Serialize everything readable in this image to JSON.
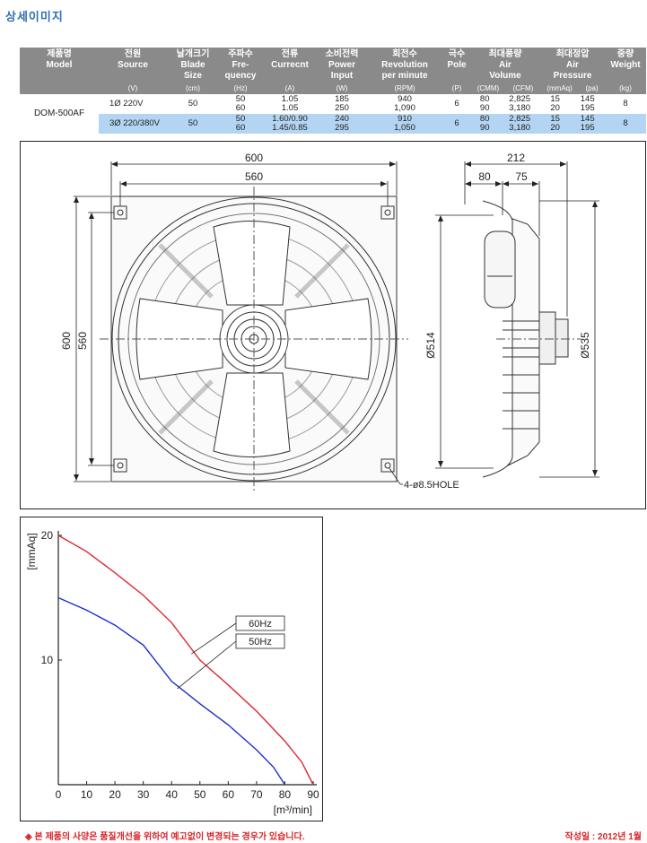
{
  "page": {
    "title": "상세이미지",
    "notice": "◈ 본 제품의 사양은 품질개선을 위하여 예고없이 변경되는 경우가 있습니다.",
    "date": "작성일 : 2012년 1월"
  },
  "spec_table": {
    "headers": [
      {
        "ko": "제품명",
        "en": "Model",
        "en2": "",
        "unit": ""
      },
      {
        "ko": "전원",
        "en": "Source",
        "en2": "",
        "unit": "(V)"
      },
      {
        "ko": "날개크기",
        "en": "Blade",
        "en2": "Size",
        "unit": "(cm)"
      },
      {
        "ko": "주파수",
        "en": "Fre-",
        "en2": "quency",
        "unit": "(Hz)"
      },
      {
        "ko": "전류",
        "en": "Currecnt",
        "en2": "",
        "unit": "(A)"
      },
      {
        "ko": "소비전력",
        "en": "Power",
        "en2": "Input",
        "unit": "(W)"
      },
      {
        "ko": "회전수",
        "en": "Revolution",
        "en2": "per minute",
        "unit": "(RPM)"
      },
      {
        "ko": "극수",
        "en": "Pole",
        "en2": "",
        "unit": "(P)"
      },
      {
        "ko": "최대풍량",
        "en": "Air",
        "en2": "Volume",
        "unit_a": "(CMM)",
        "unit_b": "(CFM)"
      },
      {
        "ko": "최대정압",
        "en": "Air",
        "en2": "Pressure",
        "unit_a": "(mmAq)",
        "unit_b": "(pa)"
      },
      {
        "ko": "중량",
        "en": "Weight",
        "en2": "",
        "unit": "(kg)"
      }
    ],
    "model": "DOM-500AF",
    "rows": [
      {
        "source": "1Ø 220V",
        "blade": "50",
        "freq": [
          "50",
          "60"
        ],
        "current": [
          "1.05",
          "1.05"
        ],
        "power": [
          "185",
          "250"
        ],
        "rpm": [
          "940",
          "1,090"
        ],
        "pole": "6",
        "cmm": [
          "80",
          "90"
        ],
        "cfm": [
          "2,825",
          "3,180"
        ],
        "mmaq": [
          "15",
          "20"
        ],
        "pa": [
          "145",
          "195"
        ],
        "weight": "8"
      },
      {
        "source": "3Ø 220/380V",
        "blade": "50",
        "freq": [
          "50",
          "60"
        ],
        "current": [
          "1.60/0.90",
          "1.45/0.85"
        ],
        "power": [
          "240",
          "295"
        ],
        "rpm": [
          "910",
          "1,050"
        ],
        "pole": "6",
        "cmm": [
          "80",
          "90"
        ],
        "cfm": [
          "2,825",
          "3,180"
        ],
        "mmaq": [
          "15",
          "20"
        ],
        "pa": [
          "145",
          "195"
        ],
        "weight": "8"
      }
    ]
  },
  "drawing": {
    "dim_width_outer": "600",
    "dim_width_inner": "560",
    "dim_height_outer": "600",
    "dim_height_inner": "560",
    "dim_depth_total": "212",
    "dim_depth_a": "80",
    "dim_depth_b": "75",
    "dim_dia_inner": "Ø514",
    "dim_dia_outer": "Ø535",
    "hole_label": "4-ø8.5HOLE"
  },
  "chart_data": {
    "type": "line",
    "xlabel": "[m³/min]",
    "ylabel": "[mmAq]",
    "xlim": [
      0,
      90
    ],
    "ylim": [
      0,
      20
    ],
    "x_ticks": [
      "0",
      "10",
      "20",
      "30",
      "40",
      "50",
      "60",
      "70",
      "80",
      "90"
    ],
    "y_ticks": [
      "10",
      "20"
    ],
    "series": [
      {
        "name": "60Hz",
        "color": "#e0262b",
        "x": [
          0,
          10,
          20,
          30,
          40,
          50,
          60,
          70,
          80,
          86,
          90
        ],
        "y": [
          20,
          18.7,
          17,
          15.2,
          13,
          10,
          8,
          5.9,
          3.5,
          1.8,
          0
        ]
      },
      {
        "name": "50Hz",
        "color": "#1b2fcc",
        "x": [
          0,
          10,
          20,
          30,
          40,
          50,
          60,
          70,
          76,
          80
        ],
        "y": [
          15,
          14,
          12.8,
          11.2,
          8.3,
          6.5,
          4.8,
          2.8,
          1.4,
          0
        ]
      }
    ],
    "grid": false,
    "legend": "callout-center"
  }
}
